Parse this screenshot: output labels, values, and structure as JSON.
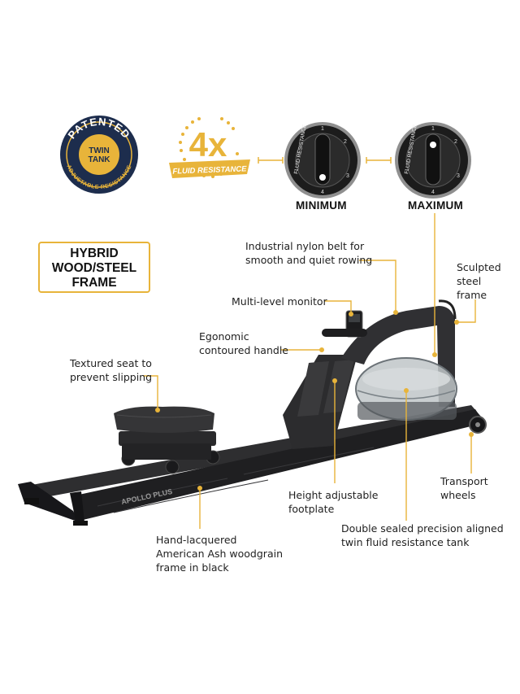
{
  "badges": {
    "patented": {
      "top": "PATENTED",
      "bottom": "ADJUSTABLE RESISTANCE",
      "center_lines": [
        "TWIN",
        "TANK"
      ]
    },
    "resistance": {
      "big": "4x",
      "ribbon": "FLUID RESISTANCE"
    }
  },
  "dials": [
    {
      "caption": "MINIMUM",
      "ring_text": "FLUID RESISTANCE",
      "marks": [
        "1",
        "2",
        "3",
        "4"
      ]
    },
    {
      "caption": "MAXIMUM",
      "ring_text": "FLUID RESISTANCE",
      "marks": [
        "1",
        "2",
        "3",
        "4"
      ]
    }
  ],
  "frame_box": {
    "lines": [
      "HYBRID",
      "WOOD/STEEL",
      "FRAME"
    ]
  },
  "callouts": {
    "belt": [
      "Industrial nylon belt for",
      "smooth and quiet rowing"
    ],
    "steel": [
      "Sculpted",
      "steel",
      "frame"
    ],
    "monitor": [
      "Multi-level monitor"
    ],
    "handle": [
      "Egonomic",
      "contoured handle"
    ],
    "seat": [
      "Textured seat to",
      "prevent slipping"
    ],
    "wheels": [
      "Transport",
      "wheels"
    ],
    "footplate": [
      "Height adjustable",
      "footplate"
    ],
    "tank": [
      "Double sealed precision aligned",
      "twin fluid resistance  tank"
    ],
    "wood": [
      "Hand-lacquered",
      "American Ash woodgrain",
      "frame in black"
    ]
  },
  "product": {
    "brand": "APOLLO PLUS"
  },
  "colors": {
    "accent": "#e8b43a",
    "navy": "#1d2d4d",
    "machine": "#2a2a2c",
    "ink": "#111111"
  }
}
